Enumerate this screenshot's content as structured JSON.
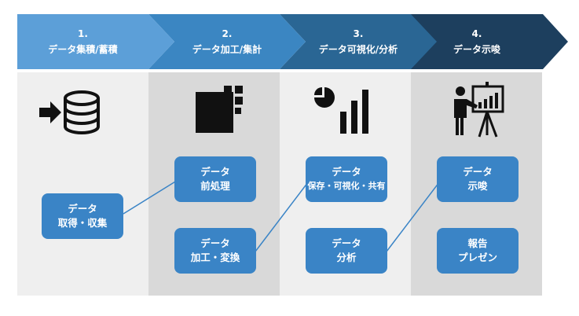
{
  "steps": [
    {
      "num": "1.",
      "label": "データ集積/蓄積",
      "color": "#5c9fd8",
      "panel": "#efefef"
    },
    {
      "num": "2.",
      "label": "データ加工/集計",
      "color": "#3b86c2",
      "panel": "#d9d9d9"
    },
    {
      "num": "3.",
      "label": "データ可視化/分析",
      "color": "#2a6694",
      "panel": "#efefef"
    },
    {
      "num": "4.",
      "label": "データ示唆",
      "color": "#1d3f5e",
      "panel": "#d9d9d9"
    }
  ],
  "boxes": {
    "collect": {
      "line1": "データ",
      "line2": "取得・収集"
    },
    "preprocess": {
      "line1": "データ",
      "line2": "前処理"
    },
    "transform": {
      "line1": "データ",
      "line2": "加工・変換"
    },
    "store": {
      "line1": "データ",
      "line2": "保存・可視化・共有"
    },
    "analyze": {
      "line1": "データ",
      "line2": "分析"
    },
    "insight": {
      "line1": "データ",
      "line2": "示唆"
    },
    "report": {
      "line1": "報告",
      "line2": "プレゼン"
    }
  },
  "colors": {
    "box": "#3a84c6",
    "icon": "#111111",
    "connector": "#3a84c6"
  }
}
